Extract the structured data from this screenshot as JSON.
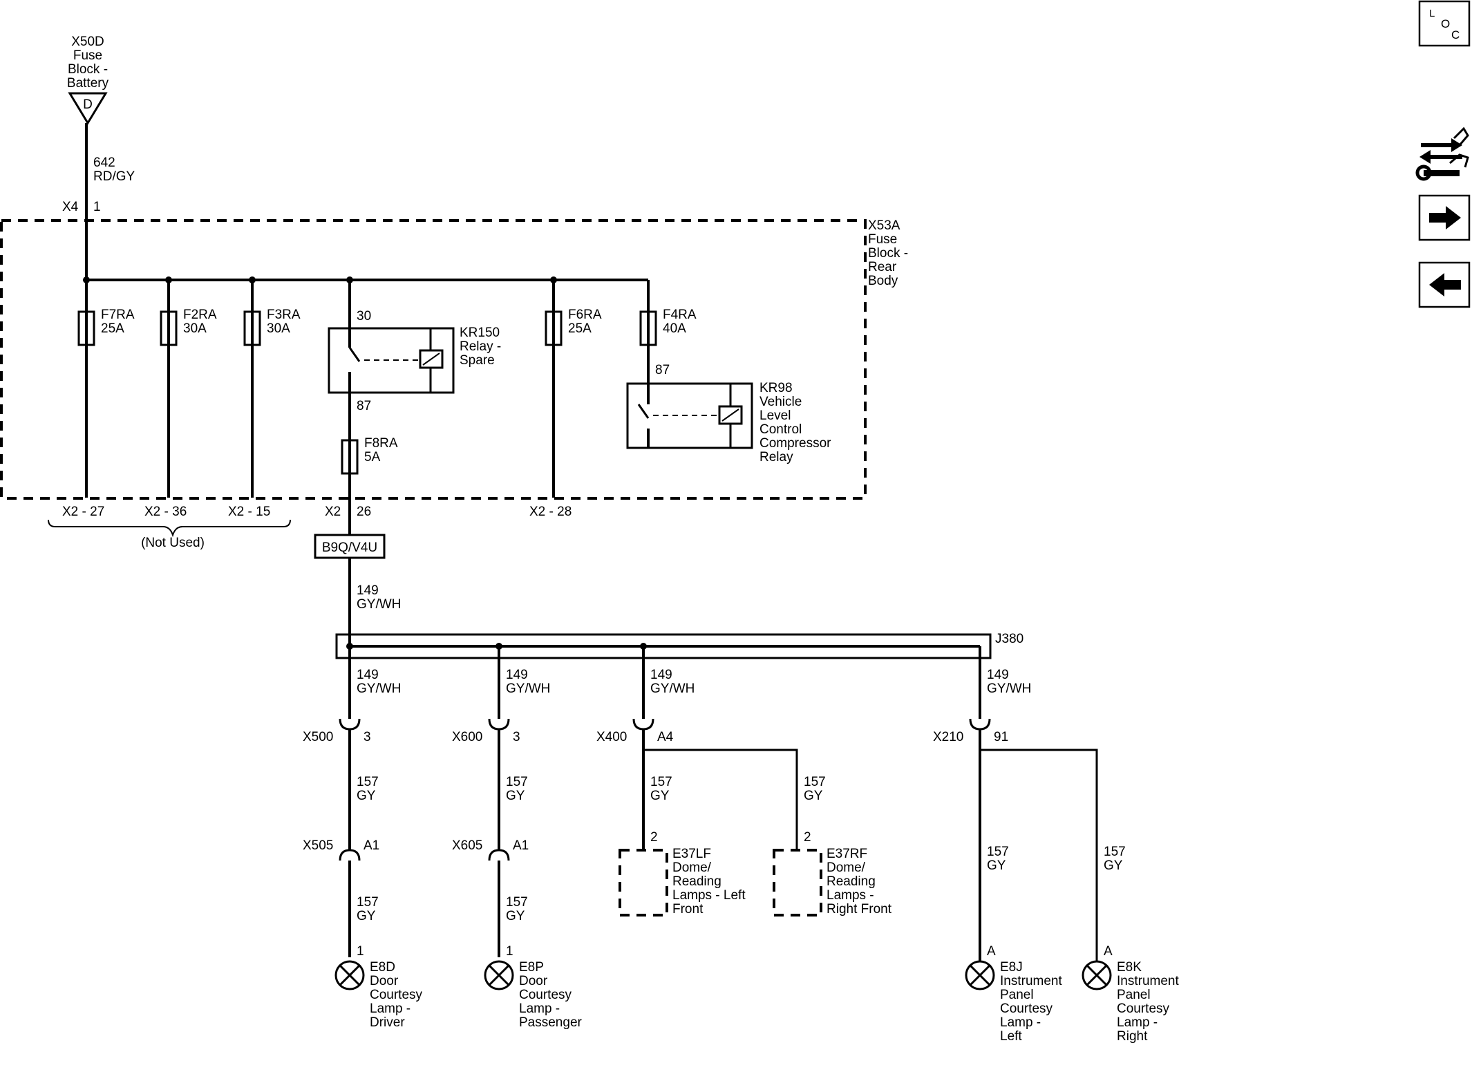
{
  "fuse_block_battery": {
    "lines": [
      "X50D",
      "Fuse",
      "Block -",
      "Battery"
    ],
    "connector_letter": "D"
  },
  "feed_wire": {
    "circuit": "642",
    "color": "RD/GY"
  },
  "feed_pin": {
    "connector": "X4",
    "pin": "1"
  },
  "rear_fuse_block": {
    "lines": [
      "X53A",
      "Fuse",
      "Block -",
      "Rear",
      "Body"
    ]
  },
  "fuses": [
    {
      "id": "F7RA",
      "rating": "25A",
      "pin": "X2 - 27"
    },
    {
      "id": "F2RA",
      "rating": "30A",
      "pin": "X2 - 36"
    },
    {
      "id": "F3RA",
      "rating": "30A",
      "pin": "X2 - 15"
    },
    {
      "id": "F6RA",
      "rating": "25A",
      "pin": "X2 - 28"
    },
    {
      "id": "F4RA",
      "rating": "40A"
    },
    {
      "id": "F8RA",
      "rating": "5A"
    }
  ],
  "not_used": "(Not Used)",
  "relay_spare": {
    "lines": [
      "KR150",
      "Relay -",
      "Spare"
    ],
    "pin_in": "30",
    "pin_out": "87"
  },
  "relay_vlc": {
    "lines": [
      "KR98",
      "Vehicle",
      "Level",
      "Control",
      "Compressor",
      "Relay"
    ],
    "pin_in": "87"
  },
  "output_pin": {
    "connector": "X2",
    "pin": "26"
  },
  "option_code": "B9Q/V4U",
  "trunk_wire": {
    "circuit": "149",
    "color": "GY/WH"
  },
  "splice": "J380",
  "branches": [
    {
      "wire_circuit": "149",
      "wire_color": "GY/WH",
      "inline_connector": "X500",
      "inline_pin": "3"
    },
    {
      "wire_circuit": "149",
      "wire_color": "GY/WH",
      "inline_connector": "X600",
      "inline_pin": "3"
    },
    {
      "wire_circuit": "149",
      "wire_color": "GY/WH",
      "inline_connector": "X400",
      "inline_pin": "A4"
    },
    {
      "wire_circuit": "149",
      "wire_color": "GY/WH",
      "inline_connector": "X210",
      "inline_pin": "91"
    }
  ],
  "door_connectors": [
    {
      "connector": "X505",
      "pin": "A1"
    },
    {
      "connector": "X605",
      "pin": "A1"
    }
  ],
  "gy_wire": {
    "circuit": "157",
    "color": "GY"
  },
  "lamps": [
    {
      "pin": "1",
      "lines": [
        "E8D",
        "Door",
        "Courtesy",
        "Lamp -",
        "Driver"
      ]
    },
    {
      "pin": "1",
      "lines": [
        "E8P",
        "Door",
        "Courtesy",
        "Lamp -",
        "Passenger"
      ]
    },
    {
      "pin": "2",
      "lines": [
        "E37LF",
        "Dome/",
        "Reading",
        "Lamps - Left",
        "Front"
      ]
    },
    {
      "pin": "2",
      "lines": [
        "E37RF",
        "Dome/",
        "Reading",
        "Lamps -",
        "Right Front"
      ]
    },
    {
      "pin": "A",
      "lines": [
        "E8J",
        "Instrument",
        "Panel",
        "Courtesy",
        "Lamp -",
        "Left"
      ]
    },
    {
      "pin": "A",
      "lines": [
        "E8K",
        "Instrument",
        "Panel",
        "Courtesy",
        "Lamp -",
        "Right"
      ]
    }
  ],
  "nav": {
    "loc_letters": [
      "L",
      "O",
      "C"
    ]
  }
}
